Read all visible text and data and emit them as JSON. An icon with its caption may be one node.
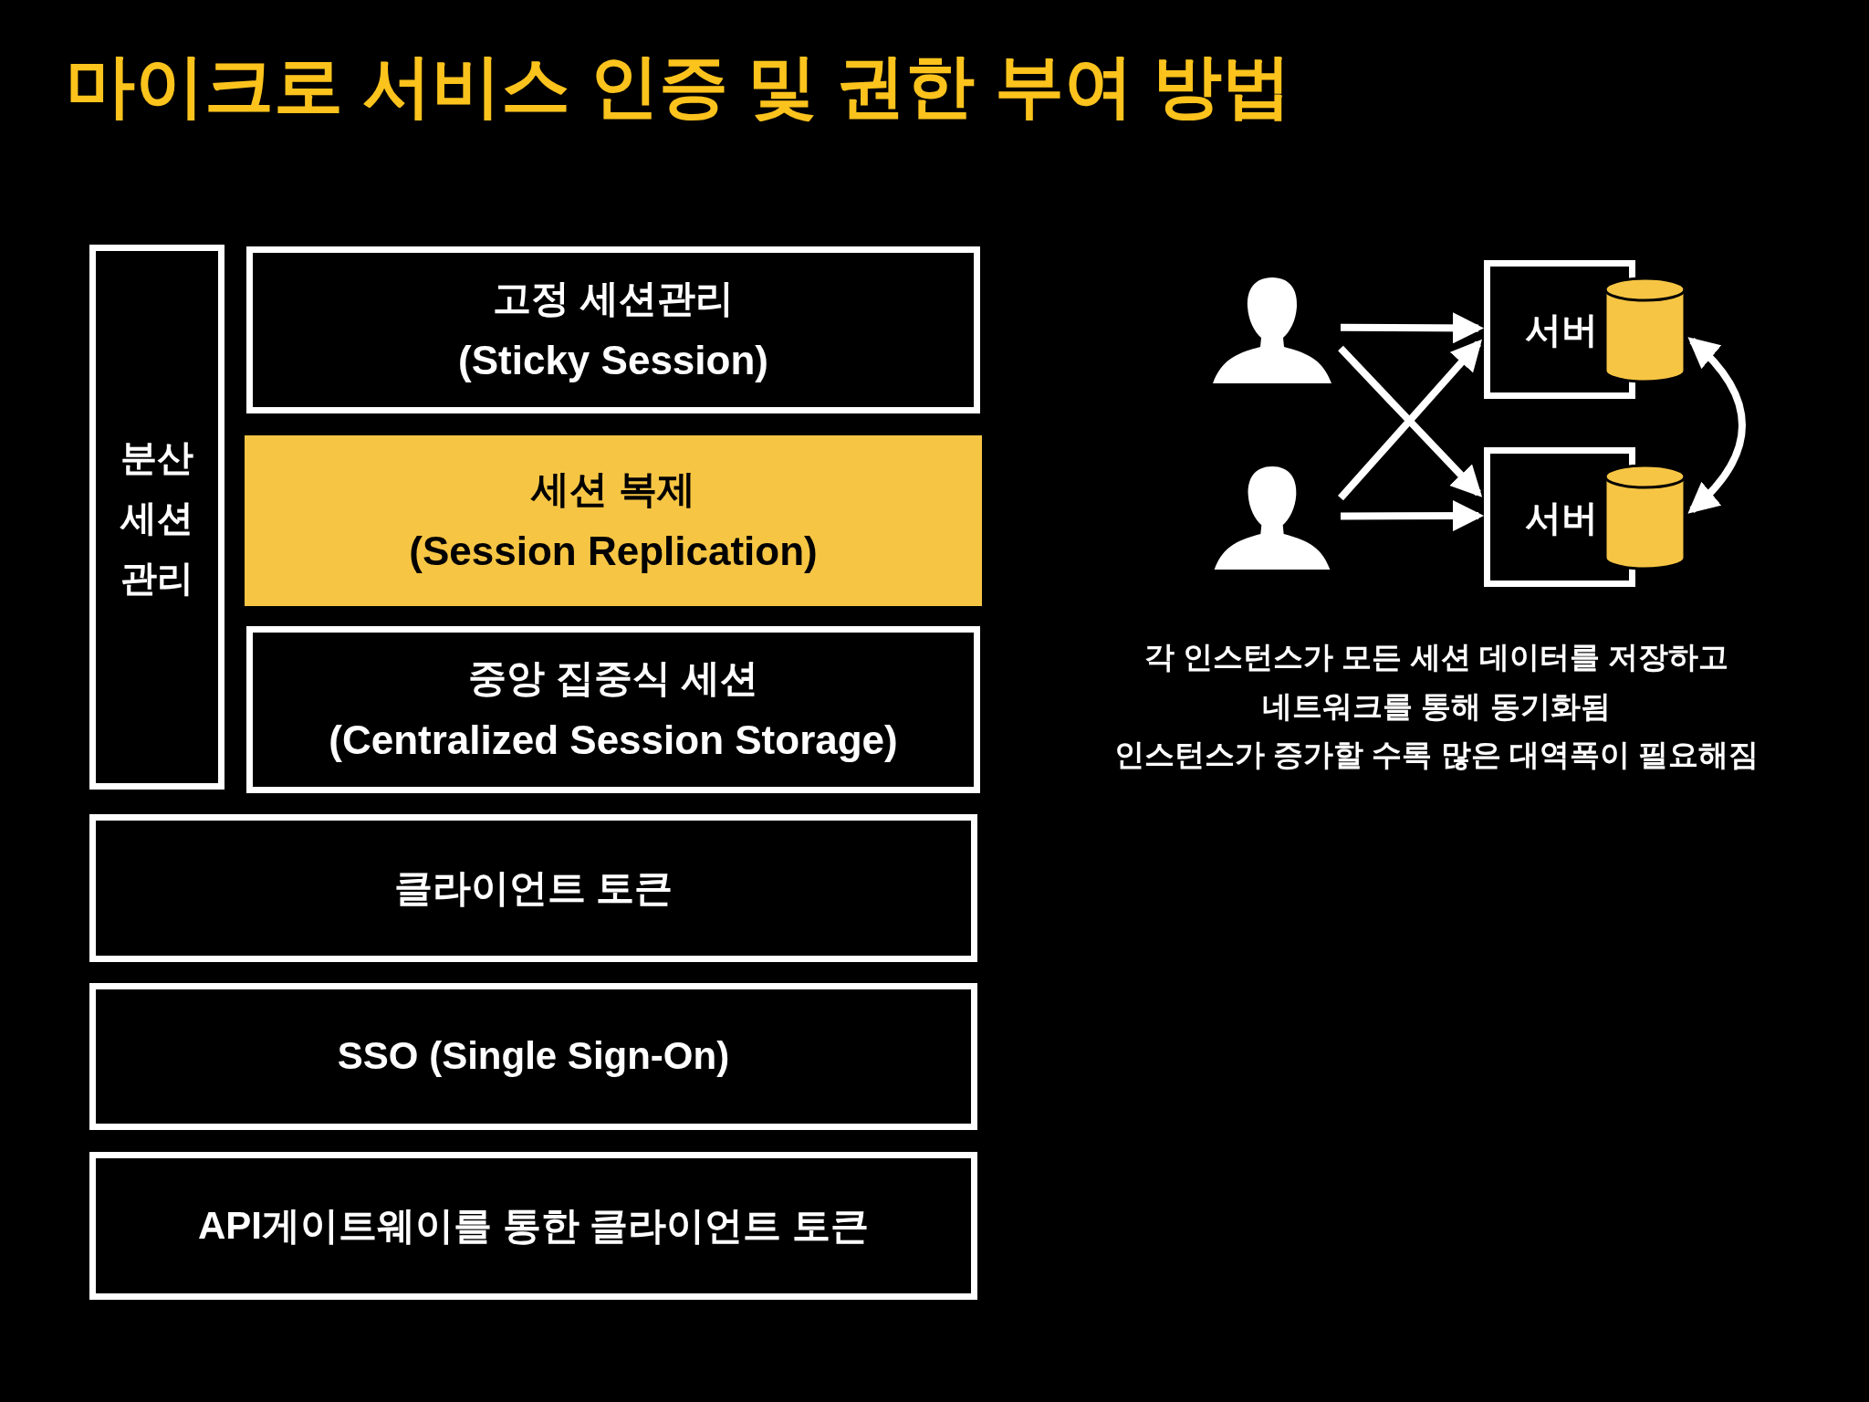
{
  "diagram": {
    "title": "마이크로 서비스 인증 및 권한 부여 방법",
    "nodes": [
      {
        "text": [
          "분산 세션 관리"
        ]
      },
      {
        "text": [
          "고정 세션관리",
          "(Sticky Session)"
        ]
      },
      {
        "text": [
          "세션 복제",
          "(Session Replication)"
        ]
      },
      {
        "text": [
          "중앙 집중식 세션",
          "(Centralized Session Storage)"
        ]
      },
      {
        "text": [
          "클라이언트 토큰"
        ]
      },
      {
        "text": [
          "SSO (Single Sign-On)"
        ]
      },
      {
        "text": [
          "API게이트웨이를 통한 클라이언트 토큰"
        ]
      },
      {
        "text": [],
        "shape": "person"
      },
      {
        "text": [
          "서버"
        ]
      },
      {
        "text": [],
        "shape": "person"
      },
      {
        "text": [
          "서버"
        ]
      }
    ],
    "edges": [
      {
        "from": 7,
        "to": 8,
        "arrow": "to"
      },
      {
        "from": 7,
        "to": 10,
        "arrow": "to"
      },
      {
        "from": 9,
        "to": 8,
        "arrow": "to"
      },
      {
        "from": 9,
        "to": 10,
        "arrow": "to"
      },
      {
        "from": 8,
        "to": 10,
        "arrow": "both"
      }
    ],
    "labels": [
      "각 인스턴스가 모든 세션 데이터를 저장하고",
      "네트워크를 통해 동기화됨",
      "인스턴스가 증가할 수록 많은 대역폭이 필요해짐"
    ]
  }
}
